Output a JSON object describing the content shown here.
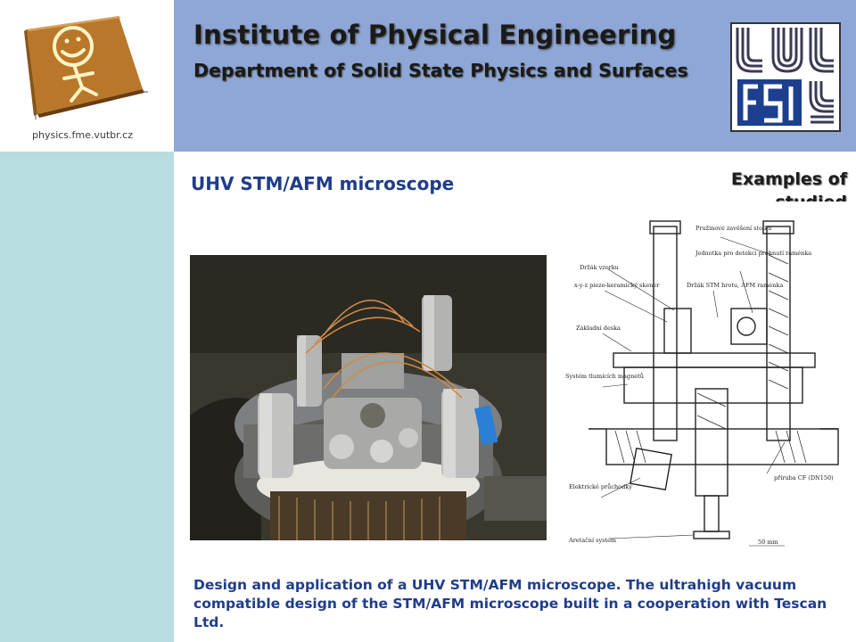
{
  "header": {
    "title": "Institute of Physical Engineering",
    "subtitle": "Department of Solid State Physics and Surfaces",
    "url": "physics.fme.vutbr.cz"
  },
  "sidebar": {
    "section_label": "Examples of studied problems"
  },
  "main": {
    "title": "UHV STM/AFM microscope",
    "caption": "Design and application of a UHV STM/AFM microscope. The ultrahigh vacuum compatible design of the STM/AFM microscope   built in a cooperation with Tescan Ltd.",
    "drawing_labels": [
      "Pružinové zavěšení stolku",
      "Jednotka pro detekci prohnutí raménka",
      "Držák vzorku",
      "x-y-z piezo-keramický skener",
      "Držák STM hrotu, AFM raménka",
      "Základní deska",
      "Systém tlumících magnetů",
      "Elektrické průchodky",
      "příruba CF (DN150)",
      "Aretační systém",
      "50 mm"
    ]
  },
  "colors": {
    "header_bg": "#8ea7d6",
    "sidebar_bg": "#b7dde1",
    "accent_text": "#1f3d8a"
  }
}
